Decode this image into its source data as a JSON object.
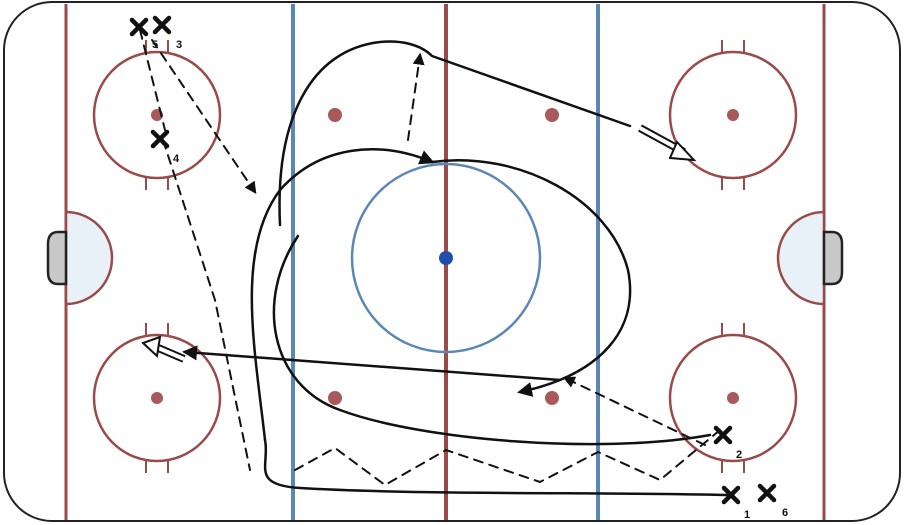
{
  "diagram": {
    "players": [
      {
        "id": "p1",
        "label": "1"
      },
      {
        "id": "p2",
        "label": "2"
      },
      {
        "id": "p3",
        "label": "3"
      },
      {
        "id": "p4",
        "label": "4"
      },
      {
        "id": "p5",
        "label": "5"
      },
      {
        "id": "p6",
        "label": "6"
      }
    ],
    "colors": {
      "red_line": "#9b4a4a",
      "blue_line": "#5b87b5",
      "center_circle": "#5b87b5",
      "center_dot": "#1f4fa8",
      "faceoff_dot": "#a85a5a",
      "crease_fill": "#e8f0f8",
      "net_fill": "#c8c8c8",
      "route": "#111111"
    },
    "icons": [
      "player-x-icon",
      "pass-arrow-icon",
      "shot-arrow-icon"
    ]
  }
}
